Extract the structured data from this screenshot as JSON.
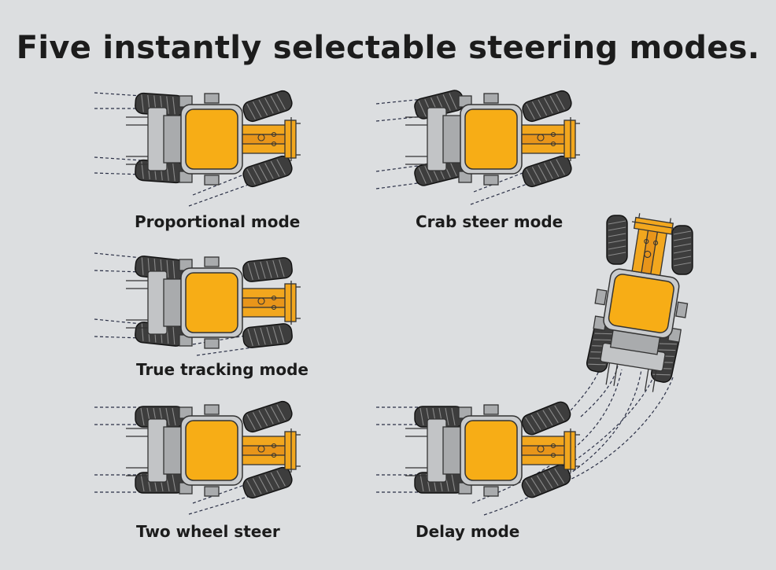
{
  "title": "Five instantly selectable steering modes.",
  "modes": [
    {
      "label": "Proportional mode"
    },
    {
      "label": "Crab steer mode"
    },
    {
      "label": "True tracking mode"
    },
    {
      "label": "Two wheel steer"
    },
    {
      "label": "Delay mode"
    }
  ],
  "colors": {
    "background": "#dcdee0",
    "machine_body": "#f2a71e",
    "frame": "#a9abad",
    "tyre": "#3d3d3d",
    "track_line": "#2a2f45",
    "text": "#1c1c1c"
  }
}
